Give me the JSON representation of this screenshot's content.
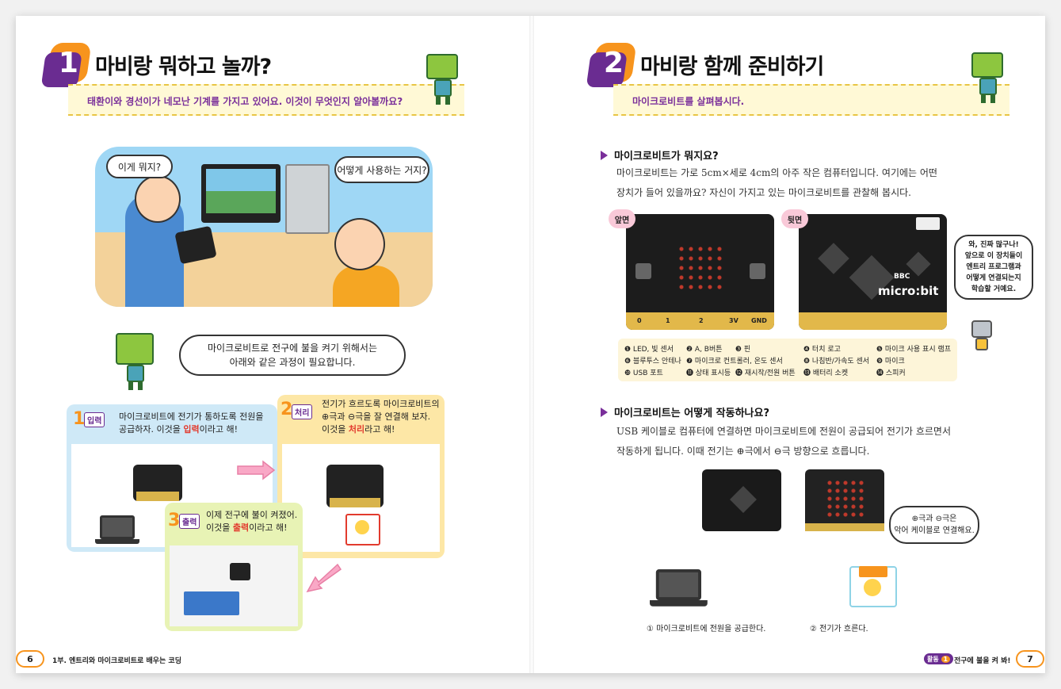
{
  "left": {
    "section_number": "1",
    "title": "마비랑 뭐하고 놀까?",
    "band_text": "태환이와 경선이가 네모난 기계를 가지고 있어요. 이것이 무엇인지 알아볼까요?",
    "comic": {
      "bubble1": "이게 뭐지?",
      "bubble2": "어떻게 사용하는 거지?"
    },
    "robot_bubble_line1": "마이크로비트로 전구에 불을 켜기 위해서는",
    "robot_bubble_line2": "아래와 같은 과정이 필요합니다.",
    "steps": [
      {
        "num": "1",
        "tag": "입력",
        "line1": "마이크로비트에 전기가 통하도록 전원을",
        "line2": "공급하자. 이것을 ",
        "highlight": "입력",
        "line2_end": "이라고 해!"
      },
      {
        "num": "2",
        "tag": "처리",
        "line1": "전기가 흐르도록 마이크로비트의",
        "line2": "⊕극과 ⊖극을 잘 연결해 보자.",
        "line3": "이것을 ",
        "highlight": "처리",
        "line3_end": "라고 해!"
      },
      {
        "num": "3",
        "tag": "출력",
        "line1": "이제 전구에 불이 켜졌어.",
        "line2": "이것을 ",
        "highlight": "출력",
        "line2_end": "이라고 해!"
      }
    ],
    "page_number": "6",
    "footer": "1부. 엔트리와 마이크로비트로 배우는 코딩"
  },
  "right": {
    "section_number": "2",
    "title": "마비랑 함께 준비하기",
    "band_text": "마이크로비트를 살펴봅시다.",
    "sect1_title": "마이크로비트가 뭐지요?",
    "sect1_line1": "마이크로비트는 가로 5cm×세로 4cm의 아주 작은 컴퓨터입니다. 여기에는 어떤",
    "sect1_line2": "장치가 들어 있을까요? 자신이 가지고 있는 마이크로비트를 관찰해 봅시다.",
    "front_label": "앞면",
    "back_label": "뒷면",
    "pins": [
      "0",
      "1",
      "2",
      "3V",
      "GND"
    ],
    "microbit_logo": "micro:bit",
    "bbc": "BBC",
    "robot_bubble": [
      "와, 진짜 많구나!",
      "앞으로 이 장치들이",
      "엔트리 프로그램과",
      "어떻게 연결되는지",
      "학습할 거예요."
    ],
    "legend": [
      [
        "❶ LED, 빛 센서",
        "❷ A, B버튼",
        "❸ 핀",
        "❹ 터치 로고",
        "❺ 마이크 사용 표시 램프"
      ],
      [
        "❻ 블루투스 안테나",
        "❼ 마이크로 컨트롤러, 온도 센서",
        "",
        "❽ 나침반/가속도 센서",
        "❾ 마이크"
      ],
      [
        "❿ USB 포트",
        "⓫ 상태 표시등",
        "⓬ 재시작/전원 버튼",
        "⓭ 배터리 소켓",
        "⓮ 스피커"
      ]
    ],
    "sect2_title": "마이크로비트는 어떻게 작동하나요?",
    "sect2_line1": "USB 케이블로 컴퓨터에 연결하면 마이크로비트에 전원이 공급되어 전기가 흐르면서",
    "sect2_line2": "작동하게 됩니다. 이때 전기는 ⊕극에서 ⊖극 방향으로 흐릅니다.",
    "clip_bubble_line1": "⊕극과 ⊖극은",
    "clip_bubble_line2": "악어 케이블로 연결해요.",
    "caption1": "① 마이크로비트에 전원을 공급한다.",
    "caption2": "② 전기가 흐른다.",
    "footer_tag": "활동",
    "footer_num": "1",
    "footer": "전구에 불을 켜 봐!",
    "page_number": "7"
  },
  "colors": {
    "orange": "#f7941d",
    "purple": "#6a2c91",
    "band": "#fff9d6",
    "blue_box": "#cfe9f7",
    "yellow_box": "#fde7a6",
    "green_box": "#e8f3b5"
  }
}
